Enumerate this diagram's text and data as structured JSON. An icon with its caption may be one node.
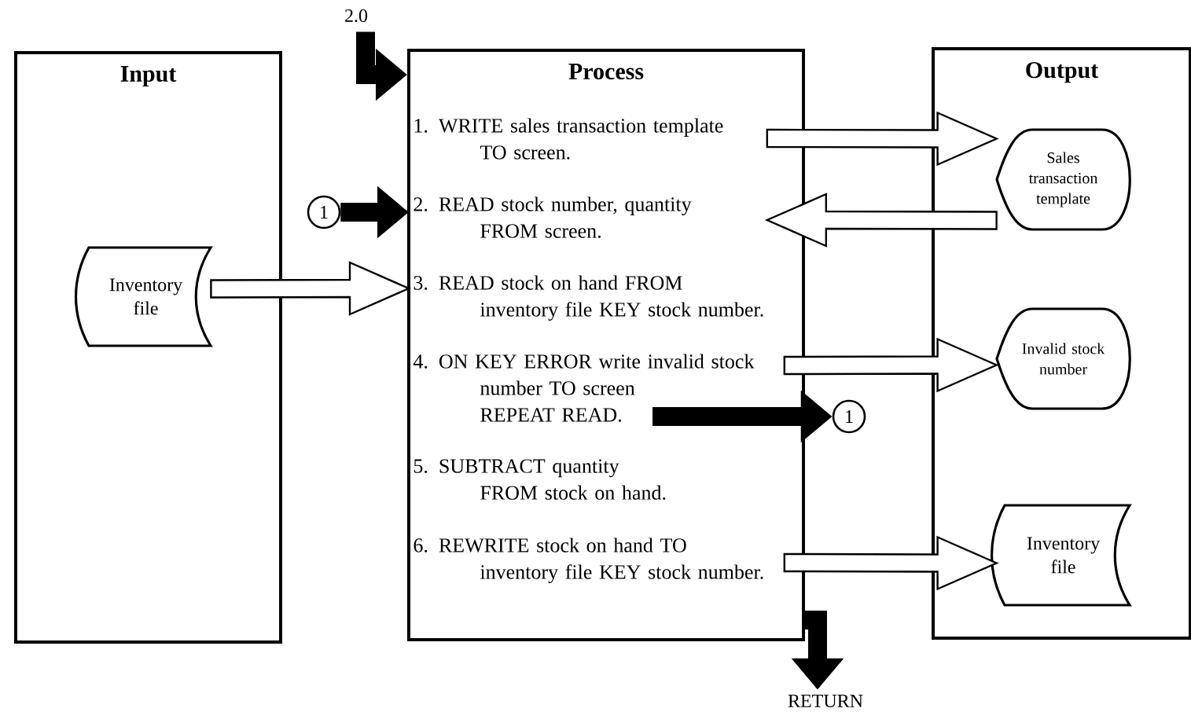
{
  "diagram": {
    "nodes": [
      {
        "text": [
          "Input"
        ]
      },
      {
        "text": [
          "Inventory file"
        ],
        "in": 0
      },
      {
        "text": [
          "Process"
        ]
      },
      {
        "text": [
          "1. WRITE sales transaction template TO screen."
        ],
        "in": 2
      },
      {
        "text": [
          "2. READ stock number, quantity FROM screen."
        ],
        "in": 2
      },
      {
        "text": [
          "3. READ stock on hand FROM inventory file KEY stock number."
        ],
        "in": 2
      },
      {
        "text": [
          "4. ON KEY ERROR write invalid stock number TO screen",
          "REPEAT READ."
        ],
        "in": 2
      },
      {
        "text": [
          "5. SUBTRACT quantity FROM stock on hand."
        ],
        "in": 2
      },
      {
        "text": [
          "6. REWRITE stock on hand TO inventory file KEY stock number."
        ],
        "in": 2
      },
      {
        "text": [
          "Output"
        ]
      },
      {
        "text": [
          "Sales transaction template"
        ],
        "in": 9
      },
      {
        "text": [
          "Invalid stock number"
        ],
        "in": 9
      },
      {
        "text": [
          "Inventory file"
        ],
        "in": 9
      },
      {
        "text": [
          "1"
        ]
      },
      {
        "text": [
          "1"
        ]
      },
      {
        "text": [
          "2.0"
        ]
      },
      {
        "text": [
          "RETURN"
        ]
      }
    ],
    "edges": [
      {
        "from": 1,
        "to": 5,
        "arrow": "to"
      },
      {
        "from": 3,
        "to": 10,
        "arrow": "to"
      },
      {
        "from": 10,
        "to": 4,
        "arrow": "to"
      },
      {
        "from": 6,
        "to": 11,
        "arrow": "to"
      },
      {
        "from": 8,
        "to": 12,
        "arrow": "to"
      },
      {
        "from": 13,
        "to": 4,
        "arrow": "to"
      },
      {
        "from": 6,
        "to": 14,
        "arrow": "to"
      },
      {
        "from": 15,
        "to": 2,
        "arrow": "to"
      },
      {
        "from": 2,
        "to": 16,
        "arrow": "to"
      }
    ]
  }
}
